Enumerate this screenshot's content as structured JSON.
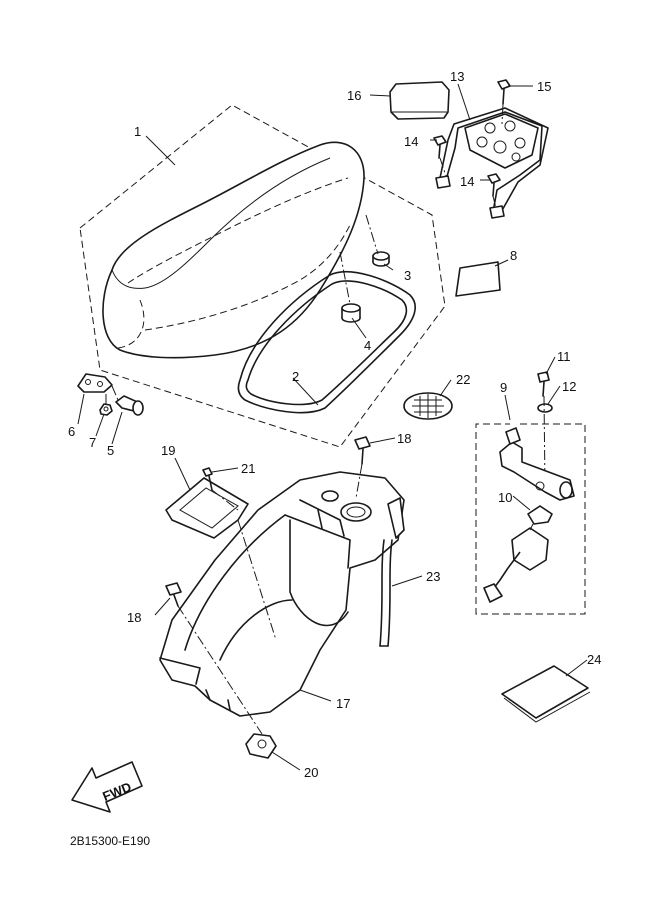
{
  "diagram": {
    "callouts": {
      "c1": "1",
      "c2": "2",
      "c3": "3",
      "c4": "4",
      "c5": "5",
      "c6": "6",
      "c7": "7",
      "c8": "8",
      "c9": "9",
      "c10": "10",
      "c11": "11",
      "c12": "12",
      "c13": "13",
      "c14a": "14",
      "c14b": "14",
      "c15": "15",
      "c16": "16",
      "c17": "17",
      "c18a": "18",
      "c18b": "18",
      "c19": "19",
      "c20": "20",
      "c21": "21",
      "c22": "22",
      "c23": "23",
      "c24": "24"
    },
    "fwd_label": "FWD",
    "figure_code": "2B15300-E190"
  },
  "colors": {
    "line": "#1a1a1a",
    "background": "#ffffff"
  }
}
